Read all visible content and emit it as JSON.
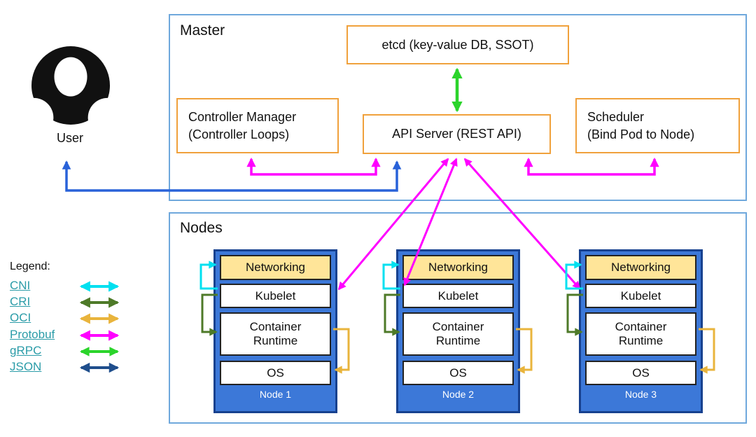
{
  "colors": {
    "cni": "#00E0F0",
    "cri": "#4E7A28",
    "oci": "#E9B43C",
    "protobuf": "#FF00FF",
    "grpc": "#2BD42B",
    "json": "#1F4E8C",
    "json_line": "#2962D9",
    "orange_border": "#F0A13C",
    "section_border": "#6FA8DC",
    "node_fill": "#3C78D8",
    "node_border": "#17418F",
    "networking_fill": "#FFE599",
    "legend_link": "#2B9CA8"
  },
  "user": {
    "label": "User"
  },
  "master": {
    "title": "Master",
    "etcd": "etcd (key-value DB, SSOT)",
    "api_server": "API Server (REST API)",
    "controller_manager_line1": "Controller Manager",
    "controller_manager_line2": "(Controller Loops)",
    "scheduler_line1": "Scheduler",
    "scheduler_line2": "(Bind Pod to Node)"
  },
  "nodes": {
    "title": "Nodes",
    "layers": [
      "Networking",
      "Kubelet",
      "Container Runtime",
      "OS"
    ],
    "titles": [
      "Node 1",
      "Node 2",
      "Node 3"
    ]
  },
  "legend": {
    "title": "Legend:",
    "items": [
      {
        "label": "CNI"
      },
      {
        "label": "CRI"
      },
      {
        "label": "OCI"
      },
      {
        "label": "Protobuf"
      },
      {
        "label": "gRPC"
      },
      {
        "label": "JSON"
      }
    ]
  }
}
